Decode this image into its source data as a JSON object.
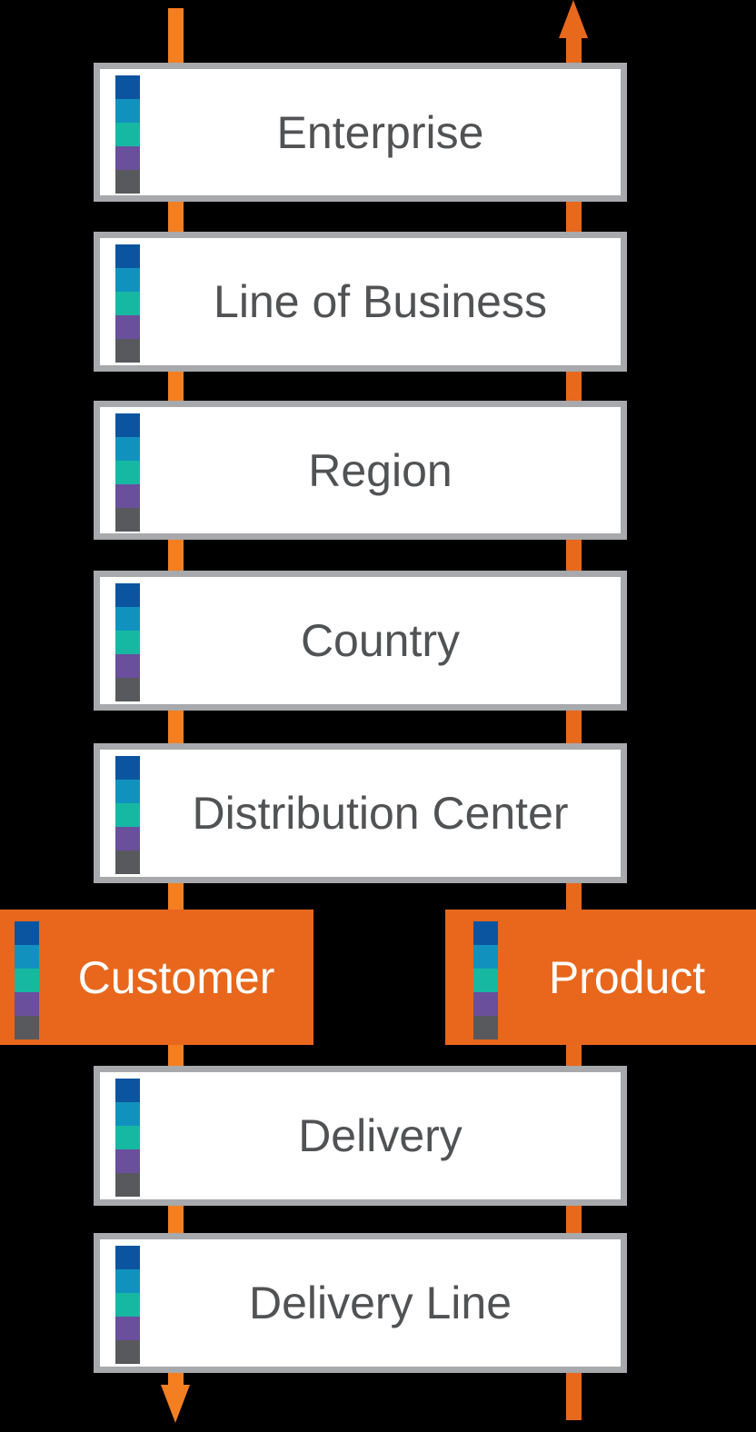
{
  "palette": {
    "background": "#000000",
    "box_fill": "#FFFFFF",
    "box_border": "#A7A9AC",
    "box_label": "#515254",
    "highlight_fill": "#E8671C",
    "highlight_label": "#FFFFFF",
    "down_arrow": "#F47F21",
    "up_arrow": "#E8681C",
    "stack_colors": [
      "#0B55A0",
      "#1192BE",
      "#17B8A1",
      "#6A4F9D",
      "#58595C"
    ]
  },
  "hierarchy": {
    "levels": [
      {
        "label": "Enterprise"
      },
      {
        "label": "Line of Business"
      },
      {
        "label": "Region"
      },
      {
        "label": "Country"
      },
      {
        "label": "Distribution Center"
      },
      {
        "label": "Delivery"
      },
      {
        "label": "Delivery Line"
      }
    ],
    "branch": {
      "customer": {
        "label": "Customer"
      },
      "product": {
        "label": "Product"
      }
    }
  },
  "icons": {
    "dimension_stack": "five-segment color stack (blue, cyan, teal, purple, gray)",
    "down_arrow": "downward orange flow arrow (left)",
    "up_arrow": "upward orange flow arrow (right)"
  }
}
